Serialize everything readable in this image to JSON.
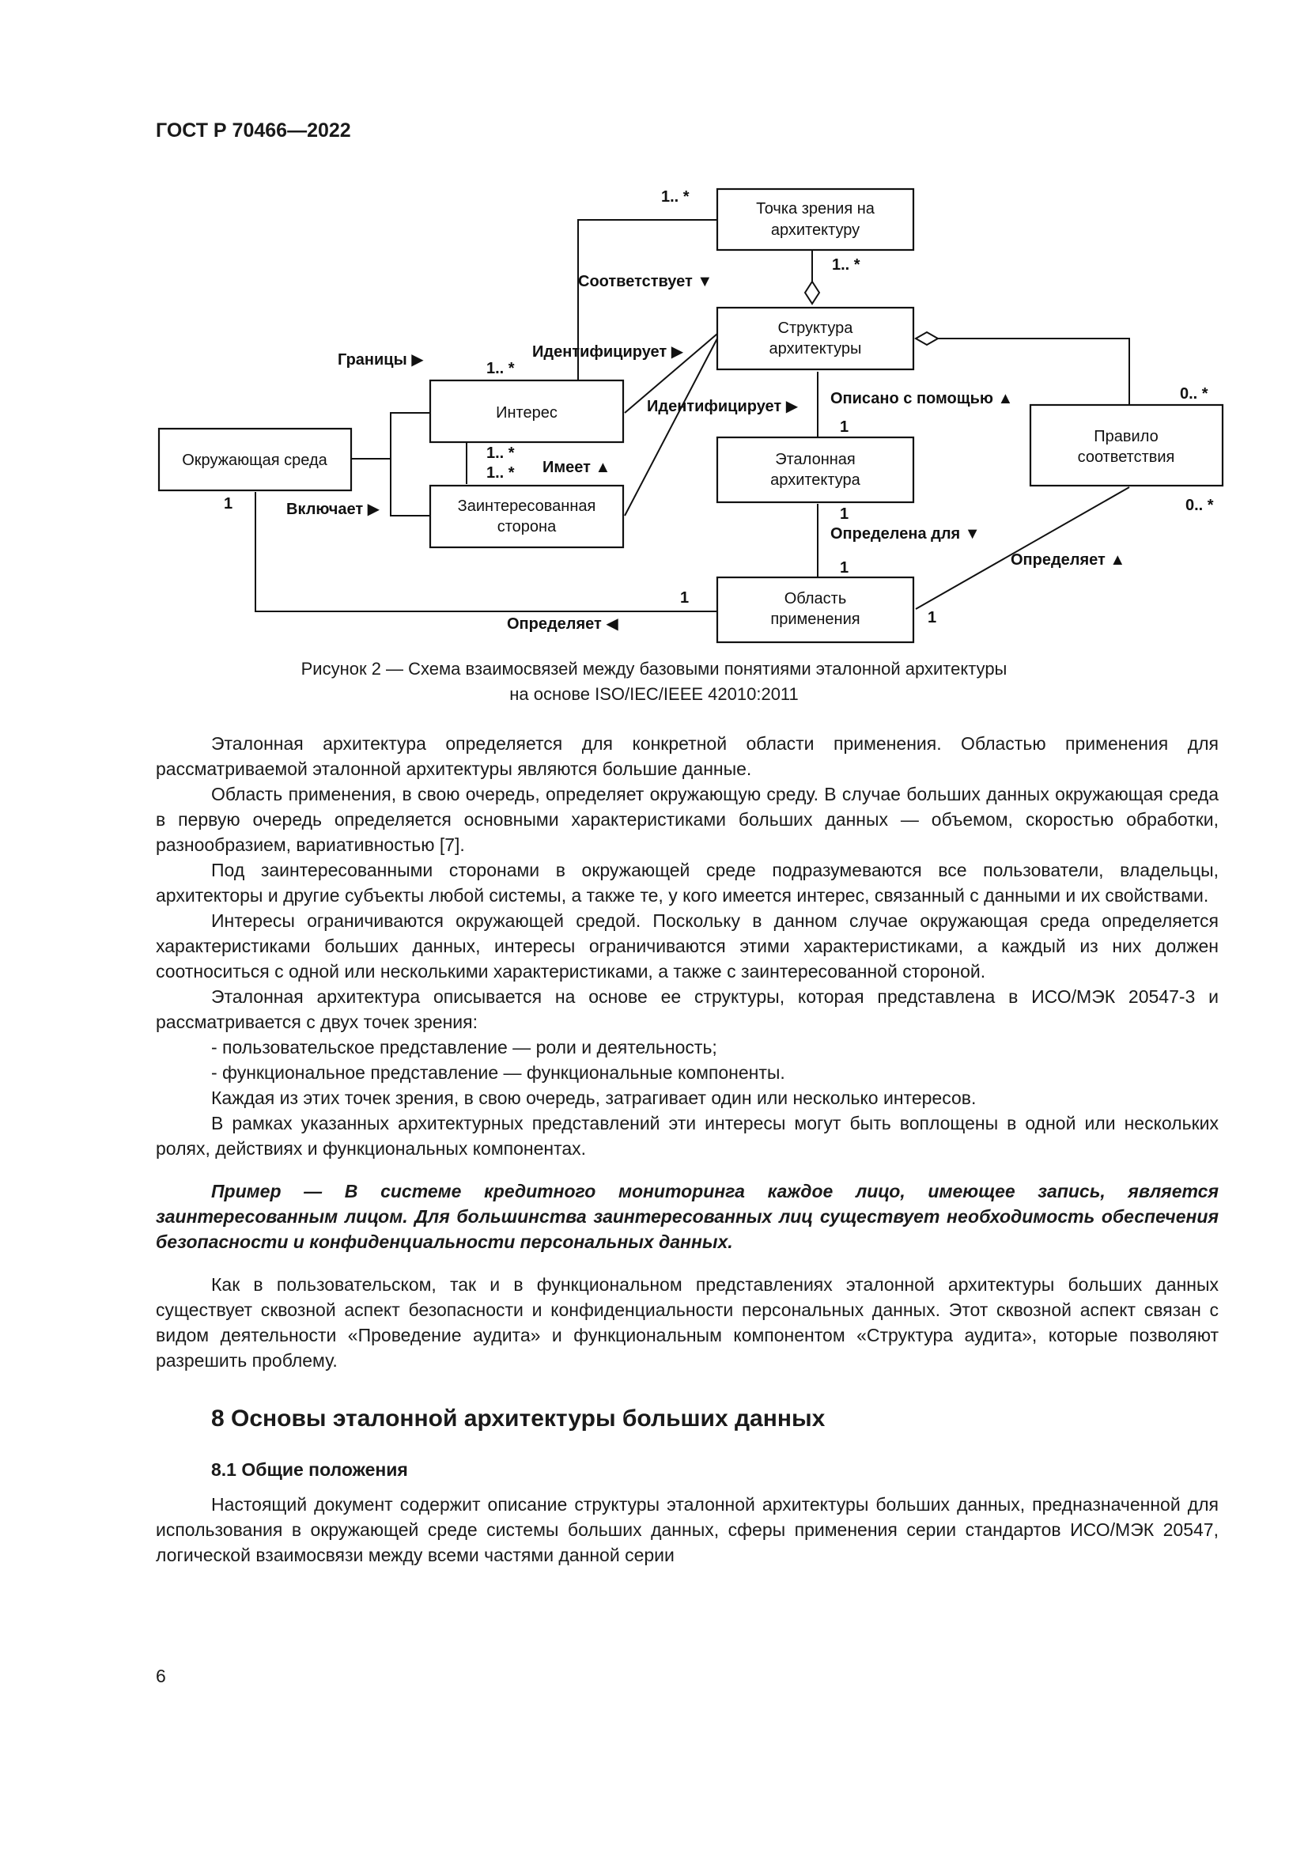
{
  "header": "ГОСТ Р 70466—2022",
  "diagram": {
    "boxes": {
      "viewpoint": [
        "Точка зрения на",
        "архитектуру"
      ],
      "structure": [
        "Структура",
        "архитектуры"
      ],
      "concern": [
        "Интерес"
      ],
      "environment": [
        "Окружающая среда"
      ],
      "stakeholder": [
        "Заинтересованная",
        "сторона"
      ],
      "reference": [
        "Эталонная",
        "архитектура"
      ],
      "rule": [
        "Правило",
        "соответствия"
      ],
      "scope": [
        "Область",
        "применения"
      ]
    },
    "labels": {
      "corresponds": "Соответствует ▼",
      "boundaries": "Границы ▶",
      "identifies1": "Идентифицирует ▶",
      "identifies2": "Идентифицирует ▶",
      "described": "Описано с помощью ▲",
      "has": "Имеет ▲",
      "includes": "Включает ▶",
      "defined_for": "Определена для ▼",
      "defines_right": "Определяет ▲",
      "defines_bottom": "Определяет ◀"
    },
    "multiplicities": {
      "m_vp_left": "1.. *",
      "m_vp_bottom": "1.. *",
      "m_concern_top": "1.. *",
      "m_concern_bottom": "1.. *",
      "m_stake_top": "1.. *",
      "m_env": "1",
      "m_struct_bottom": "1",
      "m_ref_bottom": "1",
      "m_scope_top": "1",
      "m_scope_left": "1",
      "m_scope_right": "1",
      "m_rule_top": "0.. *",
      "m_rule_bottom": "0.. *"
    }
  },
  "caption": [
    "Рисунок 2 — Схема взаимосвязей между базовыми понятиями эталонной архитектуры",
    "на основе ISO/IEC/IEEE 42010:2011"
  ],
  "paragraphs": [
    "Эталонная архитектура определяется для конкретной области применения. Областью применения для рассматриваемой эталонной архитектуры являются большие данные.",
    "Область применения, в свою очередь, определяет окружающую среду. В случае больших данных окружающая среда в первую очередь определяется основными характеристиками больших данных — объемом, скоростью обработки, разнообразием, вариативностью [7].",
    "Под заинтересованными сторонами в окружающей среде подразумеваются все пользователи, владельцы, архитекторы и другие субъекты любой системы, а также те, у кого имеется интерес, связанный с данными и их свойствами.",
    "Интересы ограничиваются окружающей средой. Поскольку в данном случае окружающая среда определяется характеристиками больших данных, интересы ограничиваются этими характеристиками, а каждый из них должен соотноситься с одной или несколькими характеристиками, а также с заинтересованной стороной.",
    "Эталонная архитектура описывается на основе ее структуры, которая представлена в ИСО/МЭК 20547-3 и рассматривается с двух точек зрения:"
  ],
  "list_items": [
    "- пользовательское представление — роли и деятельность;",
    "- функциональное представление — функциональные компоненты."
  ],
  "paragraphs_after_list": [
    "Каждая из этих точек зрения, в свою очередь, затрагивает один или несколько интересов.",
    "В рамках указанных архитектурных представлений эти интересы могут быть воплощены в одной или нескольких ролях, действиях и функциональных компонентах."
  ],
  "example": "Пример — В системе кредитного мониторинга каждое лицо, имеющее запись, является заинтересованным лицом. Для большинства заинтересованных лиц существует необходимость обеспечения безопасности и конфиденциальности персональных данных.",
  "paragraph_after_example": "Как в пользовательском, так и в функциональном представлениях эталонной архитектуры больших данных существует сквозной аспект безопасности и конфиденциальности персональных данных. Этот сквозной аспект связан с видом деятельности «Проведение аудита» и функциональным компонентом «Структура аудита», которые позволяют разрешить проблему.",
  "section_heading": "8 Основы эталонной архитектуры больших данных",
  "subsection_heading": "8.1 Общие положения",
  "last_paragraph": "Настоящий документ содержит описание структуры эталонной архитектуры больших данных, предназначенной для использования в окружающей среде системы больших данных, сферы применения серии стандартов ИСО/МЭК 20547, логической взаимосвязи между всеми частями данной серии",
  "page_number": "6"
}
